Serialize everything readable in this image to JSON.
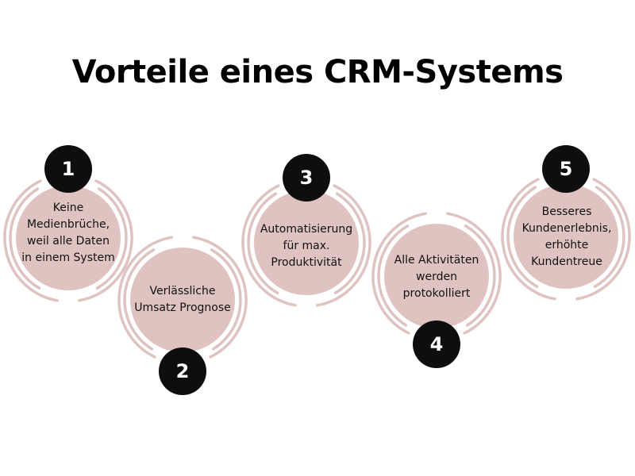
{
  "title": "Vorteile eines CRM-Systems",
  "colors": {
    "disc": "#dec3c1",
    "ring": "#dec3c1",
    "badge": "#0e0e0e",
    "badge_text": "#ffffff",
    "text": "#111111"
  },
  "steps": [
    {
      "number": "1",
      "lines": [
        "Keine",
        "Medienbrüche,",
        "weil alle Daten",
        "in einem System"
      ]
    },
    {
      "number": "2",
      "lines": [
        "Verlässliche",
        "Umsatz Prognose"
      ]
    },
    {
      "number": "3",
      "lines": [
        "Automatisierung",
        "für max.",
        "Produktivität"
      ]
    },
    {
      "number": "4",
      "lines": [
        "Alle Aktivitäten",
        "werden",
        "protokolliert"
      ]
    },
    {
      "number": "5",
      "lines": [
        "Besseres",
        "Kundenerlebnis,",
        "erhöhte",
        "Kundentreue"
      ]
    }
  ]
}
